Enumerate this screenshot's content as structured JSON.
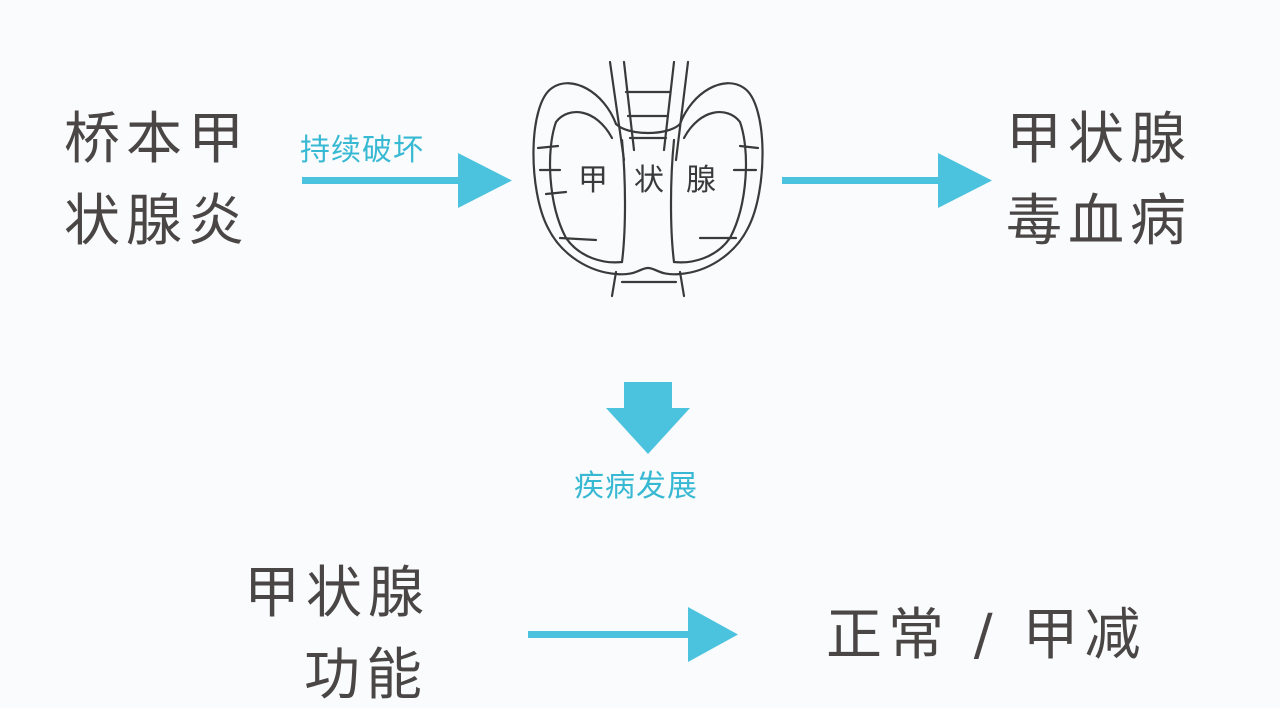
{
  "diagram": {
    "source_node": {
      "line1": "桥本甲",
      "line2": "状腺炎"
    },
    "edge_label_top": "持续破坏",
    "organ_label": {
      "c1": "甲",
      "c2": "状",
      "c3": "腺"
    },
    "hyper_node": {
      "line1": "甲状腺",
      "line2": "毒血病"
    },
    "edge_label_down": "疾病发展",
    "function_node": {
      "line1": "甲状腺",
      "line2": "功能"
    },
    "outcome_node": {
      "text": "正常 / 甲减"
    },
    "colors": {
      "arrow": "#4cc3de",
      "text": "#4a4646",
      "label": "#38b9d3",
      "outline": "#3a3a3a",
      "background": "#f9fbfc"
    }
  }
}
